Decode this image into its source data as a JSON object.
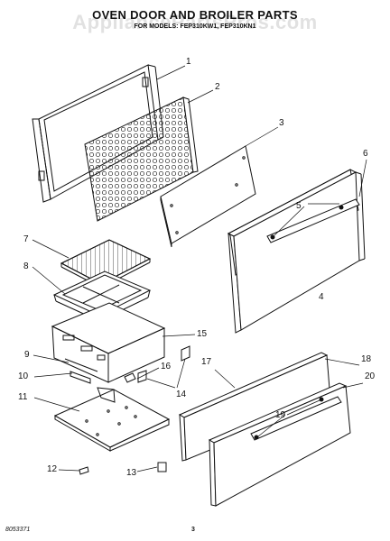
{
  "header": {
    "title": "OVEN DOOR AND BROILER PARTS",
    "subtitle": "FOR MODELS: FEP310KW1, FEP310KN1"
  },
  "watermark": "AppliancePartsPros.com",
  "callouts": [
    {
      "id": "1",
      "label": "1"
    },
    {
      "id": "2",
      "label": "2"
    },
    {
      "id": "3",
      "label": "3"
    },
    {
      "id": "4",
      "label": "4"
    },
    {
      "id": "5",
      "label": "5"
    },
    {
      "id": "6",
      "label": "6"
    },
    {
      "id": "7",
      "label": "7"
    },
    {
      "id": "8",
      "label": "8"
    },
    {
      "id": "9",
      "label": "9"
    },
    {
      "id": "10",
      "label": "10"
    },
    {
      "id": "11",
      "label": "11"
    },
    {
      "id": "12",
      "label": "12"
    },
    {
      "id": "13",
      "label": "13"
    },
    {
      "id": "14",
      "label": "14"
    },
    {
      "id": "15",
      "label": "15"
    },
    {
      "id": "16",
      "label": "16"
    },
    {
      "id": "17",
      "label": "17"
    },
    {
      "id": "18",
      "label": "18"
    },
    {
      "id": "19",
      "label": "19"
    },
    {
      "id": "20",
      "label": "20"
    }
  ],
  "footer": {
    "doc_number": "8053371",
    "page": "3"
  }
}
